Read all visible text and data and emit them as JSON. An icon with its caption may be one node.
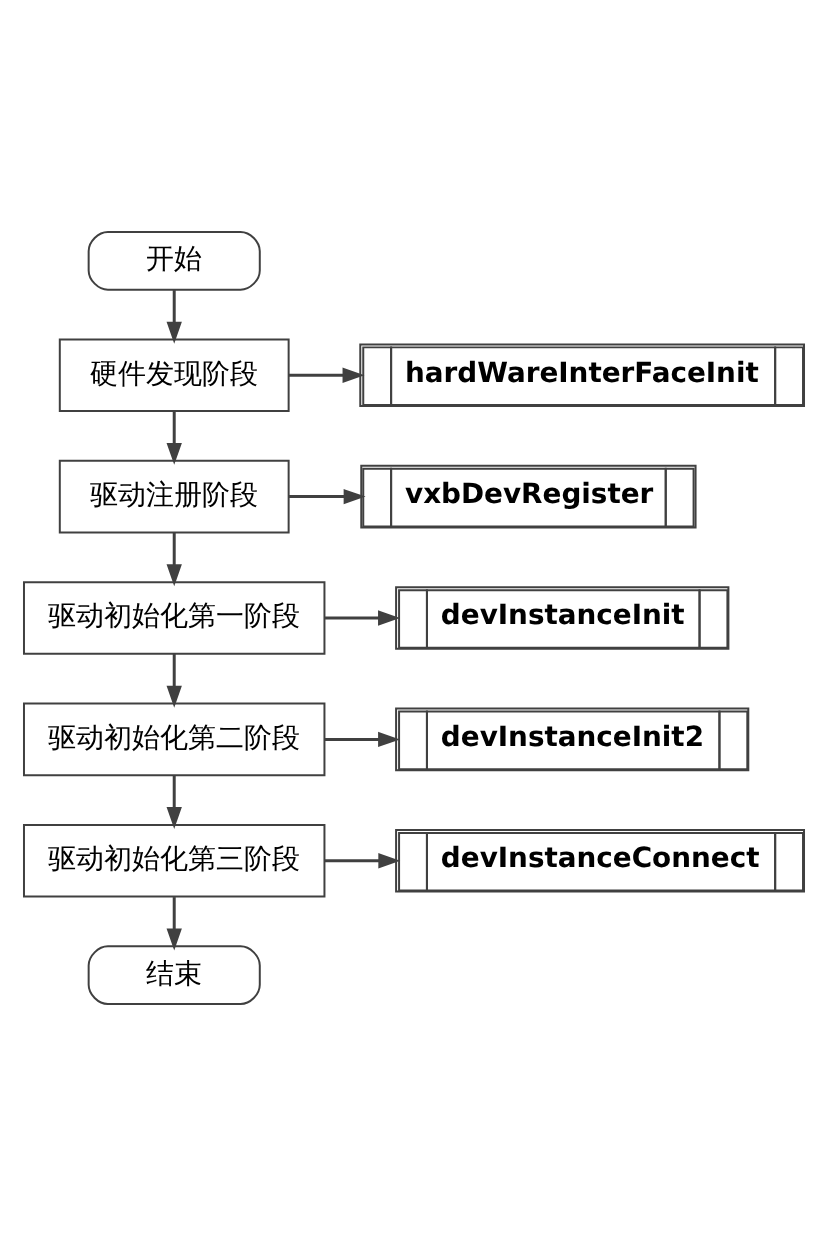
{
  "diagram": {
    "nodes": [
      {
        "text": [
          "开始"
        ]
      },
      {
        "text": [
          "硬件发现阶段"
        ]
      },
      {
        "text": [
          "hardWareInterFaceInit"
        ]
      },
      {
        "text": [
          "驱动注册阶段"
        ]
      },
      {
        "text": [
          "vxbDevRegister"
        ]
      },
      {
        "text": [
          "驱动初始化第一阶段"
        ]
      },
      {
        "text": [
          "devInstanceInit"
        ]
      },
      {
        "text": [
          "驱动初始化第二阶段"
        ]
      },
      {
        "text": [
          "devInstanceInit2"
        ]
      },
      {
        "text": [
          "驱动初始化第三阶段"
        ]
      },
      {
        "text": [
          "devInstanceConnect"
        ]
      },
      {
        "text": [
          "结束"
        ]
      }
    ],
    "edges": [
      {
        "from": 0,
        "to": 1,
        "arrow": "to"
      },
      {
        "from": 1,
        "to": 2,
        "arrow": "to"
      },
      {
        "from": 1,
        "to": 3,
        "arrow": "to"
      },
      {
        "from": 3,
        "to": 4,
        "arrow": "to"
      },
      {
        "from": 3,
        "to": 5,
        "arrow": "to"
      },
      {
        "from": 5,
        "to": 6,
        "arrow": "to"
      },
      {
        "from": 5,
        "to": 7,
        "arrow": "to"
      },
      {
        "from": 7,
        "to": 8,
        "arrow": "to"
      },
      {
        "from": 7,
        "to": 9,
        "arrow": "to"
      },
      {
        "from": 9,
        "to": 10,
        "arrow": "to"
      },
      {
        "from": 9,
        "to": 11,
        "arrow": "to"
      }
    ]
  }
}
